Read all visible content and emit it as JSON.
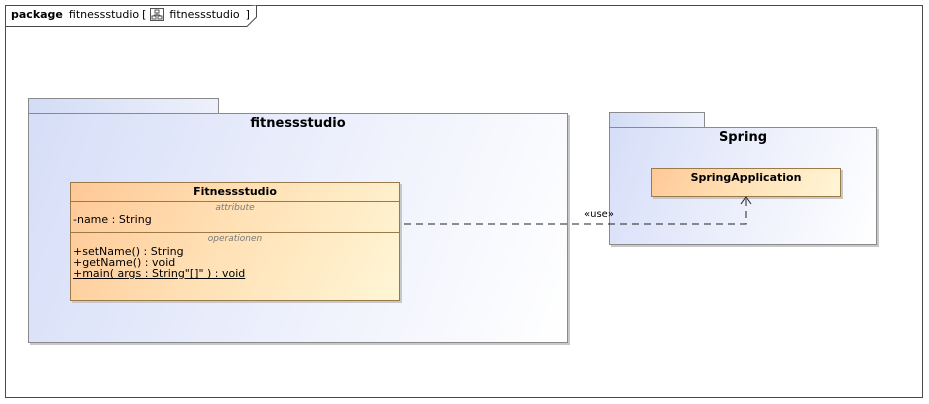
{
  "frame": {
    "keyword": "package",
    "name": "fitnessstudio",
    "bracket_open": "[",
    "diagram_name": "fitnessstudio",
    "bracket_close": "]"
  },
  "packages": {
    "fitnessstudio": {
      "name": "fitnessstudio"
    },
    "spring": {
      "name": "Spring"
    }
  },
  "classes": {
    "fitnessstudio": {
      "name": "Fitnessstudio",
      "attribute_header": "attribute",
      "attributes": [
        "-name : String"
      ],
      "operation_header": "operationen",
      "operations": [
        "+setName() : String",
        "+getName() : void",
        "+main( args : String\"[]\" ) : void"
      ]
    },
    "spring_application": {
      "name": "SpringApplication"
    }
  },
  "dependency": {
    "label": "«use»"
  }
}
